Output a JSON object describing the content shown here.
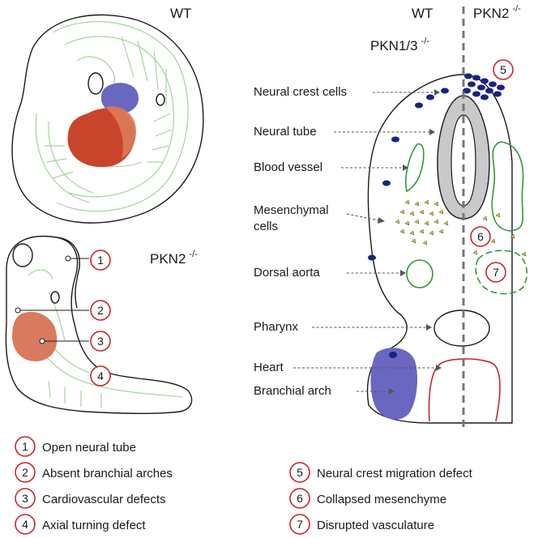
{
  "wt_embryo_title": "WT",
  "pkn2_embryo_title": "PKN2",
  "pkn2_embryo_title_sup": "-/-",
  "section_wt_title": "WT",
  "section_pkn2_title": "PKN2",
  "section_pkn2_title_sup": "-/-",
  "section_pkn13_title": "PKN1/3",
  "section_pkn13_title_sup": "-/-",
  "structure_labels": [
    "Neural crest cells",
    "Neural tube",
    "Blood vessel",
    "Mesenchymal",
    "cells",
    "Dorsal aorta",
    "Pharynx",
    "Heart",
    "Branchial arch"
  ],
  "defect_markers": [
    "1",
    "2",
    "3",
    "4",
    "5",
    "6",
    "7"
  ],
  "legend": [
    {
      "num": "1",
      "text": "Open neural tube"
    },
    {
      "num": "2",
      "text": "Absent branchial arches"
    },
    {
      "num": "3",
      "text": "Cardiovascular defects"
    },
    {
      "num": "4",
      "text": "Axial turning defect"
    },
    {
      "num": "5",
      "text": "Neural crest migration defect"
    },
    {
      "num": "6",
      "text": "Collapsed mesenchyme"
    },
    {
      "num": "7",
      "text": "Disrupted vasculature"
    }
  ],
  "colors": {
    "marker_ring": "#c8262c",
    "heart": "#c8452c",
    "branchial_arch": "#6a67c0",
    "vessel": "#2e9a3a",
    "neural_tube": "#c9c9c9",
    "neural_crest": "#1a237e"
  }
}
